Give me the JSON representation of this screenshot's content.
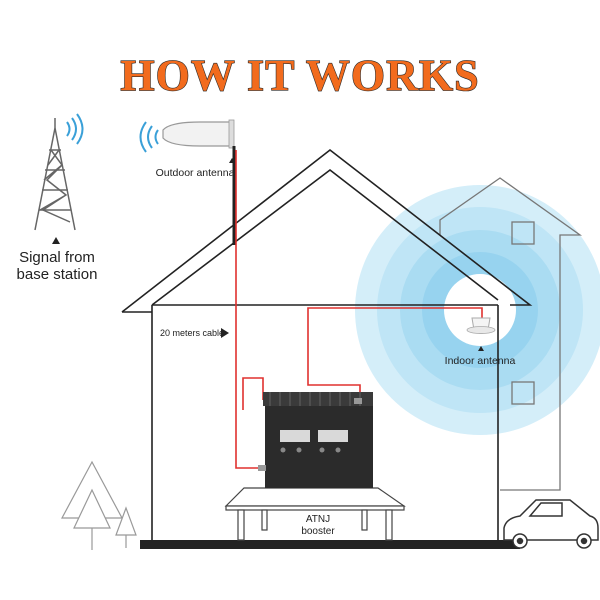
{
  "title": "HOW IT WORKS",
  "labels": {
    "signal_line1": "Signal from",
    "signal_line2": "base station",
    "outdoor_antenna": "Outdoor antenna",
    "cable": "20 meters cable",
    "indoor_antenna": "Indoor antenna",
    "booster_line1": "ATNJ",
    "booster_line2": "booster"
  },
  "colors": {
    "title_fill": "#f26b1d",
    "cable": "#e0312f",
    "coverage": "#bfe4f5",
    "booster_body": "#2b2b2b"
  },
  "icons": [
    "tower-icon",
    "signal-waves-icon",
    "outdoor-antenna-icon",
    "indoor-antenna-icon",
    "booster-device-icon",
    "tree-icon",
    "car-icon",
    "arrow-up-icon",
    "arrow-right-icon"
  ]
}
